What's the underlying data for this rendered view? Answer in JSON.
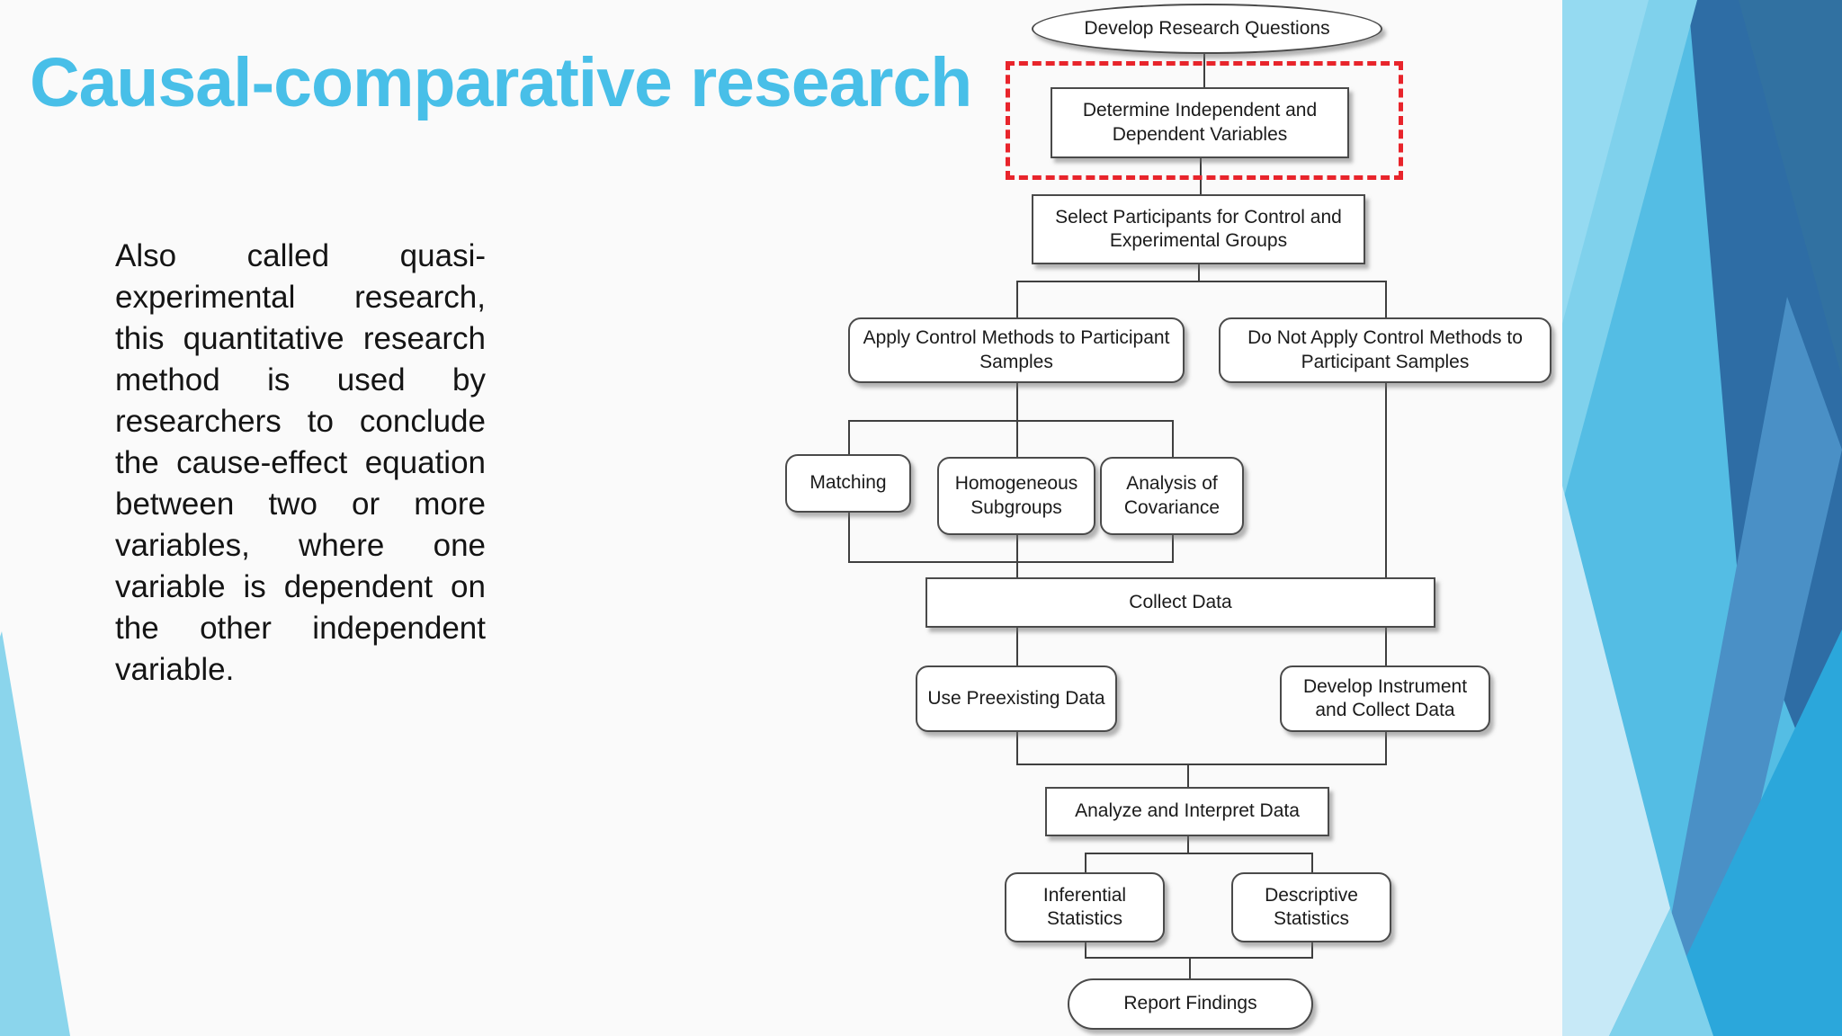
{
  "slide": {
    "title": "Causal-comparative research",
    "body_text": "Also called quasi-experimental research, this quantitative research method is used by researchers to conclude the cause-effect equation between two or more variables, where one variable is dependent on the other independent variable."
  },
  "flowchart": {
    "nodes": {
      "develop": "Develop Research Questions",
      "determine": "Determine Independent and Dependent Variables",
      "select": "Select Participants for Control and Experimental Groups",
      "apply": "Apply Control Methods to Participant Samples",
      "do_not_apply": "Do Not Apply Control Methods to Participant Samples",
      "matching": "Matching",
      "homogeneous": "Homogeneous Subgroups",
      "covariance": "Analysis of Covariance",
      "collect": "Collect Data",
      "preexisting": "Use Preexisting Data",
      "instrument": "Develop Instrument and Collect Data",
      "analyze": "Analyze and Interpret Data",
      "inferential": "Inferential Statistics",
      "descriptive": "Descriptive Statistics",
      "report": "Report Findings"
    },
    "highlighted_node": "determine",
    "edges": [
      [
        "develop",
        "determine"
      ],
      [
        "determine",
        "select"
      ],
      [
        "select",
        "apply"
      ],
      [
        "select",
        "do_not_apply"
      ],
      [
        "apply",
        "matching"
      ],
      [
        "apply",
        "homogeneous"
      ],
      [
        "apply",
        "covariance"
      ],
      [
        "matching",
        "collect"
      ],
      [
        "homogeneous",
        "collect"
      ],
      [
        "covariance",
        "collect"
      ],
      [
        "do_not_apply",
        "collect"
      ],
      [
        "collect",
        "preexisting"
      ],
      [
        "collect",
        "instrument"
      ],
      [
        "preexisting",
        "analyze"
      ],
      [
        "instrument",
        "analyze"
      ],
      [
        "analyze",
        "inferential"
      ],
      [
        "analyze",
        "descriptive"
      ],
      [
        "inferential",
        "report"
      ],
      [
        "descriptive",
        "report"
      ]
    ]
  },
  "colors": {
    "title_accent": "#48BFE8",
    "highlight_dashed": "#E8242B",
    "band_light": "#7FD1EC",
    "band_lighter": "#95DAF1",
    "band_pale": "#C7E9F7",
    "band_medium": "#54BDE4",
    "band_bright": "#2BA7DB",
    "band_steel": "#4A90C6",
    "band_dark": "#2E6DA5",
    "left_wedge": "#8BD5EC"
  }
}
